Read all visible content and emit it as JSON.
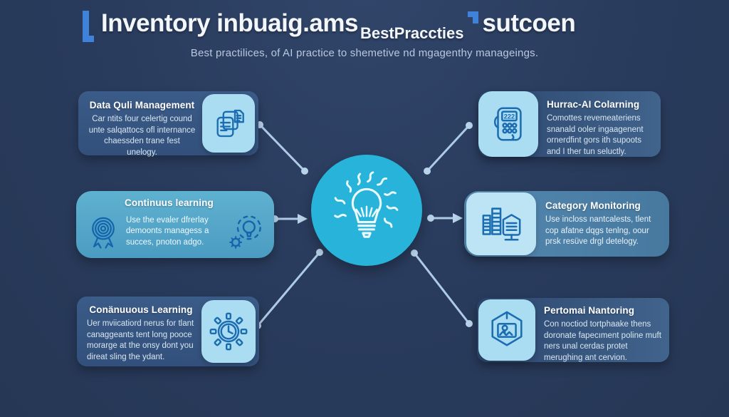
{
  "header": {
    "title_main": "Inventory inbuaig.ams",
    "title_sub": "BestPraccties",
    "title_tail": "sutcoen",
    "subtitle": "Best practilices, of AI practice to shemetive nd mgagenthy manageings."
  },
  "cards": {
    "top_left": {
      "title": "Data Quli Management",
      "body": "Car ntits four celertig cound unte salqattocs ofl internance chaessden trane fest unelogy.",
      "icon": "documents-icon"
    },
    "mid_left": {
      "title": "Continuus learning",
      "body": "Use the evaler dfrerlay demoonts managess a succes, pnoton adgo.",
      "icon_left": "award-ribbon-icon",
      "icon_right": "bulb-gear-icon"
    },
    "bottom_left": {
      "title": "Conänuuous Learning",
      "body": "Uer mviicatiord nerus for tlant canaggeants tent long pooce morarge at the onsy dont you direat sling the ydant.",
      "icon": "gear-clock-icon"
    },
    "top_right": {
      "title": "Hurrac-AI Colarning",
      "body": "Comottes revemeateriens snanald ooler ingaagenent ornerdfint gors ith supoots and I ther tun seluctly.",
      "icon": "calculator-icon",
      "icon_digits": "222"
    },
    "mid_right": {
      "title": "Category Monitoring",
      "body": "Use incloss nantcalests, tlent cop afatne dqgs tenlng, oour prsk resüve drgl detelogy.",
      "icon": "buildings-shield-icon"
    },
    "bottom_right": {
      "title": "Pertomai Nantoring",
      "body": "Con noctiod tortphaake thens doronate fapecıment poline muft ners unal cerdas protet merughing ant cervion.",
      "icon": "hexagon-pin-icon"
    }
  },
  "center": {
    "icon": "lightbulb-icon"
  },
  "colors": {
    "background": "#293b5c",
    "card_dark": "#35537e",
    "card_teal": "#54a7c8",
    "card_steel": "#4d81a8",
    "icon_tile": "#aadcf2",
    "icon_stroke": "#1b6cb0",
    "center_circle": "#28b4da",
    "connector": "#aecbe6",
    "bracket_blue": "#3f82da"
  }
}
